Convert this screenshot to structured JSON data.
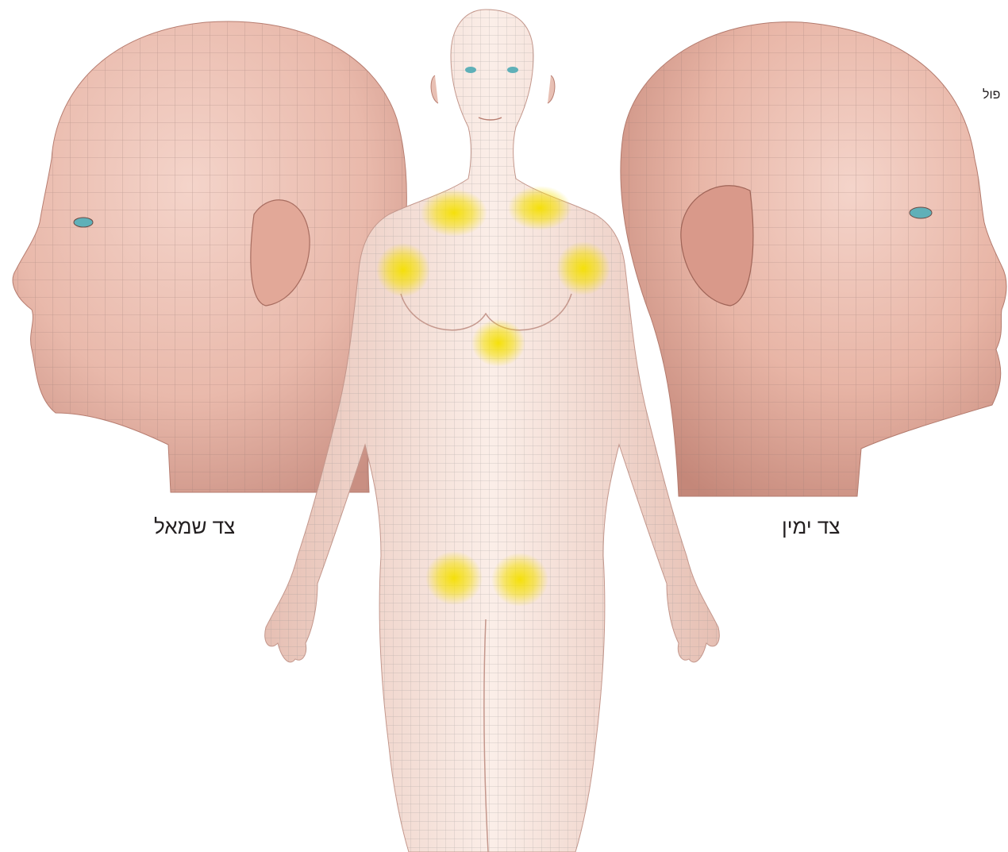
{
  "labels": {
    "left_side": "צד שמאל",
    "right_side": "צד ימין",
    "edge_fragment": "פול"
  },
  "colors": {
    "skin_light": "#f7e4dc",
    "skin_mid": "#ecc2b4",
    "skin_shadow": "#c98f82",
    "wire": "#9a7b76",
    "highlight": "#f5e000",
    "eye": "#5fb0b8",
    "text": "#231f20"
  },
  "illustrations": [
    {
      "name": "left-profile-head",
      "view": "left side"
    },
    {
      "name": "right-profile-head",
      "view": "right side"
    },
    {
      "name": "front-body",
      "view": "front"
    }
  ],
  "highlighted_zones": [
    "neck-left",
    "neck-right",
    "armpit-left",
    "armpit-right",
    "sternum",
    "groin-left",
    "groin-right"
  ]
}
